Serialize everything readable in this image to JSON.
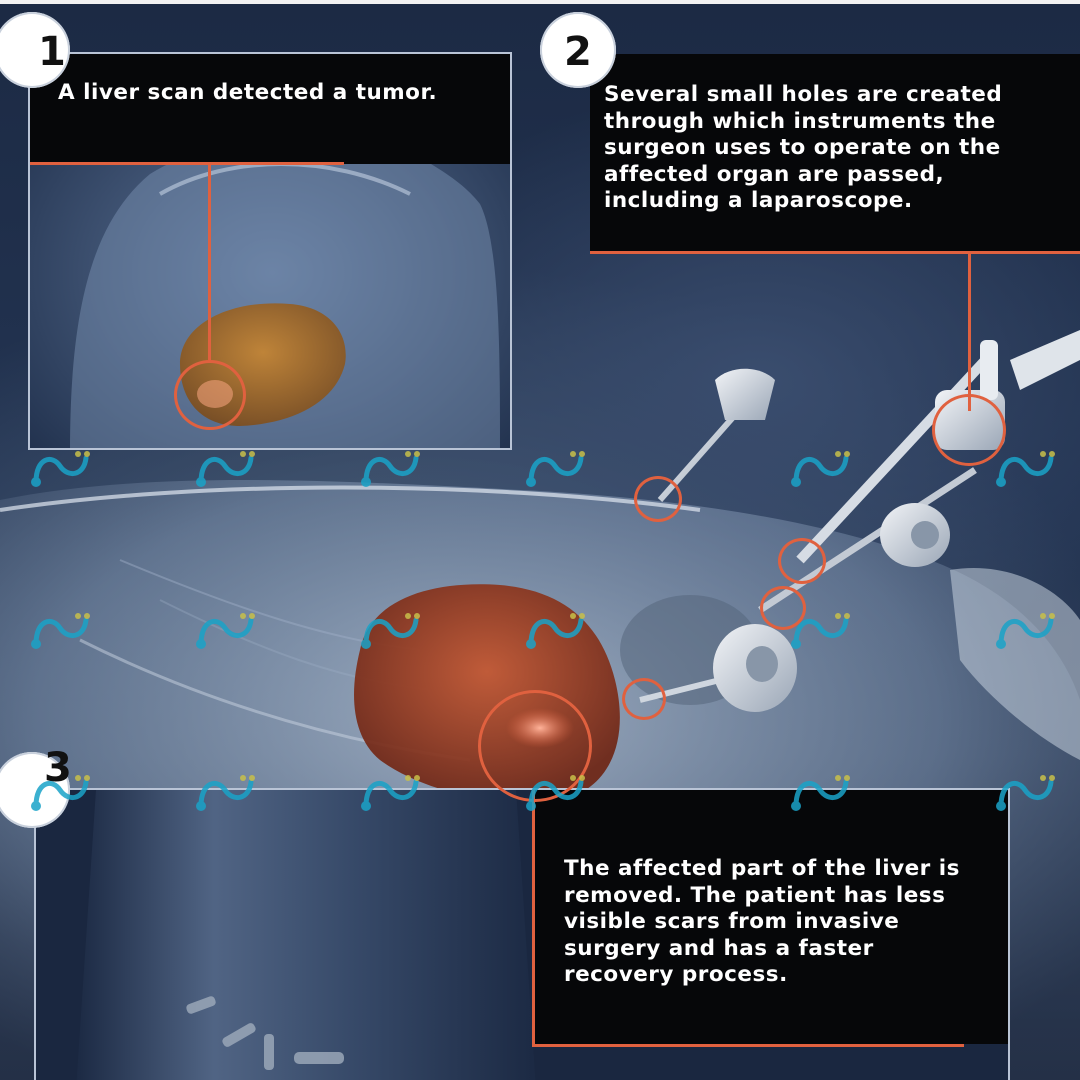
{
  "steps": [
    {
      "number": "1",
      "caption": "A liver scan detected a tumor."
    },
    {
      "number": "2",
      "caption": "Several small holes are created through which instruments the surgeon uses to operate on the affected organ are passed, including a laparoscope."
    },
    {
      "number": "3",
      "caption": "The affected part of the liver is removed. The patient has less visible scars from invasive surgery and has a faster recovery process."
    }
  ],
  "colors": {
    "accent": "#e0613f",
    "caption_background": "#060709",
    "caption_text": "#ffffff",
    "watermark": "#1aa3c8"
  },
  "icons": [
    "watermark-logo-icon"
  ]
}
